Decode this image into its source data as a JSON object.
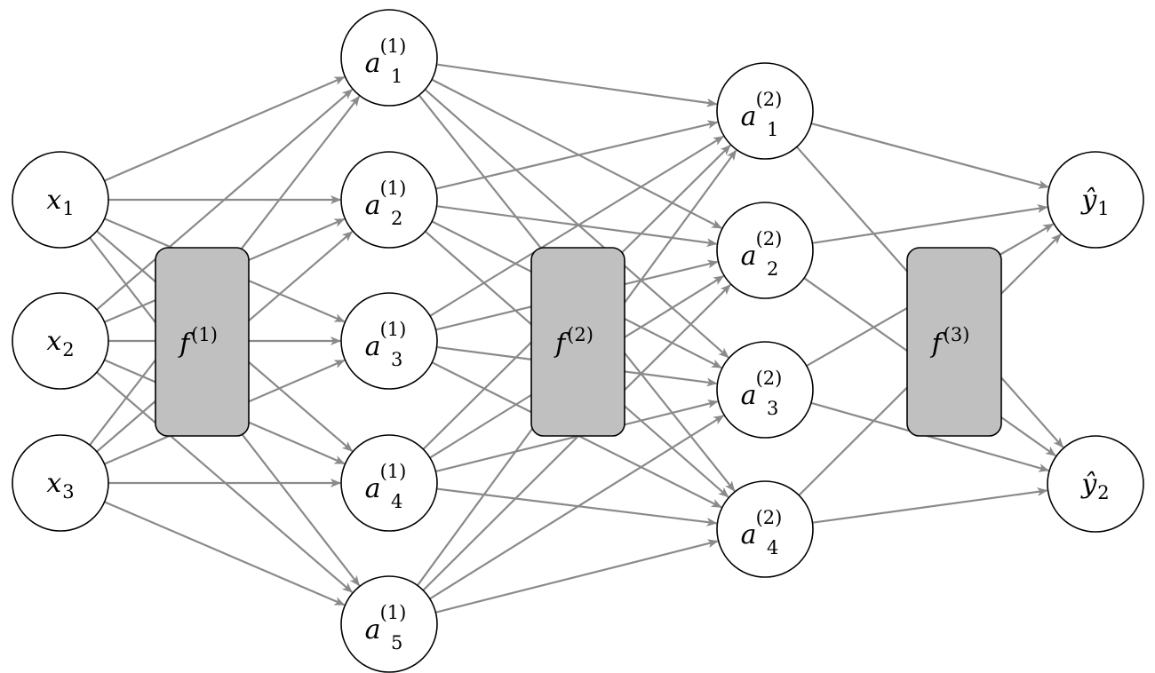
{
  "diagram": {
    "title": "Fully connected neural network",
    "layers": [
      {
        "id": "input",
        "nodes": [
          {
            "symbol": "x",
            "sub": "1",
            "sup": ""
          },
          {
            "symbol": "x",
            "sub": "2",
            "sup": ""
          },
          {
            "symbol": "x",
            "sub": "3",
            "sup": ""
          }
        ]
      },
      {
        "id": "hidden1",
        "nodes": [
          {
            "symbol": "a",
            "sub": "1",
            "sup": "(1)"
          },
          {
            "symbol": "a",
            "sub": "2",
            "sup": "(1)"
          },
          {
            "symbol": "a",
            "sub": "3",
            "sup": "(1)"
          },
          {
            "symbol": "a",
            "sub": "4",
            "sup": "(1)"
          },
          {
            "symbol": "a",
            "sub": "5",
            "sup": "(1)"
          }
        ]
      },
      {
        "id": "hidden2",
        "nodes": [
          {
            "symbol": "a",
            "sub": "1",
            "sup": "(2)"
          },
          {
            "symbol": "a",
            "sub": "2",
            "sup": "(2)"
          },
          {
            "symbol": "a",
            "sub": "3",
            "sup": "(2)"
          },
          {
            "symbol": "a",
            "sub": "4",
            "sup": "(2)"
          }
        ]
      },
      {
        "id": "output",
        "nodes": [
          {
            "symbol": "ŷ",
            "sub": "1",
            "sup": ""
          },
          {
            "symbol": "ŷ",
            "sub": "2",
            "sup": ""
          }
        ]
      }
    ],
    "functions": [
      {
        "symbol": "f",
        "sup": "(1)"
      },
      {
        "symbol": "f",
        "sup": "(2)"
      },
      {
        "symbol": "f",
        "sup": "(3)"
      }
    ],
    "connectivity": "fully-connected",
    "colors": {
      "edge": "#8a8a8a",
      "function_box": "#c0c0c0",
      "node_fill": "#ffffff",
      "outline": "#000000"
    }
  }
}
